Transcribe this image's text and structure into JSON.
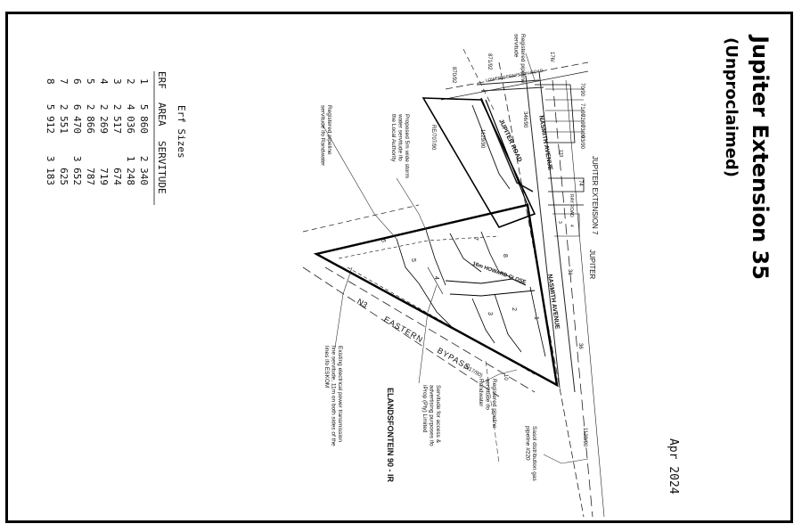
{
  "title": "Jupiter Extension 35",
  "subtitle": "(Unproclaimed)",
  "date": "Apr 2024",
  "table": {
    "heading": "Erf Sizes",
    "columns": [
      "ERF",
      "AREA",
      "SERVITUDE"
    ],
    "rows": [
      [
        "1",
        "5 860",
        "2 340"
      ],
      [
        "2",
        "4 036",
        "1 248"
      ],
      [
        "3",
        "2 517",
        "674"
      ],
      [
        "4",
        "2 269",
        "719"
      ],
      [
        "5",
        "2 866",
        "787"
      ],
      [
        "6",
        "6 470",
        "3 652"
      ],
      [
        "7",
        "2 551",
        "625"
      ],
      [
        "8",
        "5 912",
        "3 183"
      ]
    ]
  },
  "map": {
    "roads": {
      "jupiter_road": "JUPITER ROAD",
      "nasmith_avenue_upper": "NASMITH AVENUE",
      "nasmith_avenue_lower": "NASMITH AVENUE",
      "howard_close": "16m HOWARD CLOSE",
      "ray_road": "RAY ROAD",
      "lower_germiston_road": "LOWER GERMISTON ROAD",
      "n3": "N3",
      "eastern": "EASTERN",
      "bypass": "BYPASS",
      "bypass_ref": "(N17/90)"
    },
    "places": {
      "jupiter_ext7": "JUPITER EXTENSION 7",
      "jupiter": "JUPITER",
      "elandsfontein": "ELANDSFONTEIN 90 - IR"
    },
    "erven": [
      "1",
      "2",
      "3",
      "4",
      "5",
      "6",
      "7",
      "8"
    ],
    "erf_refs": {
      "r176": "176/",
      "r871_92": "871/92",
      "r870_92": "870/92",
      "r346_90": "346/90",
      "r1129_90": "1129/90",
      "re707_90": "RE/707/90",
      "r70_90": "70/90",
      "r71_90": "71/90",
      "r72_90": "72/90",
      "r73_90": "73/90",
      "r93_90": "93/90",
      "r74": "74",
      "r133": "133",
      "r3": "3",
      "r4": "4",
      "r31": "31",
      "r36": "36",
      "r10": "10",
      "r1129_90b": "1129/90"
    },
    "annotations": {
      "pipeline_top": "Registered pipeline servitude",
      "pipeline_left": "Registered pipeline servitude ifo Randwater",
      "storm_water": "Proposed 5m wide storm water servitude ifo the Local Authority",
      "power_line": "Existing electrical power transmission line servitude, 11m on both sides of the lines ifo ESKOM",
      "access_servitude": "Servitude for access & advertising purposes ifo iProp (Pty) Limited",
      "pipeline_bottom": "Registered pipeline servitude ifo Randwater",
      "gas_pipeline": "Sasol distribution gas pipeline #220"
    }
  }
}
